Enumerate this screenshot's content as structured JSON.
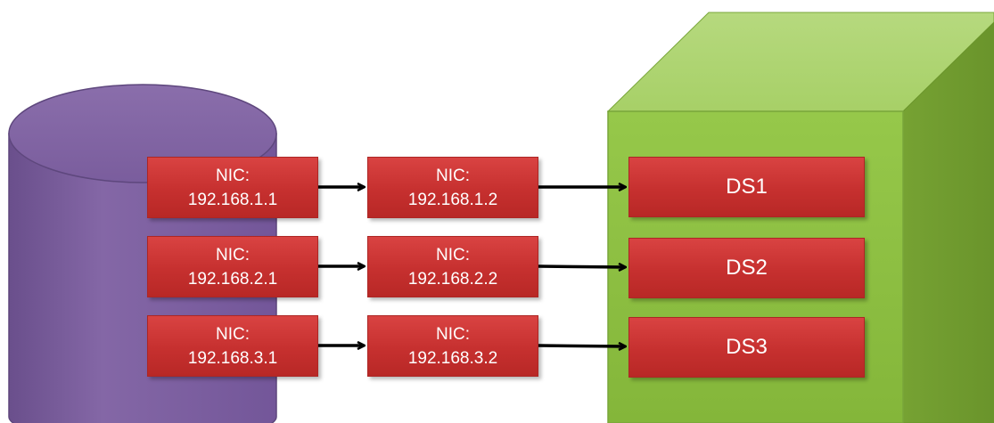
{
  "diagram": {
    "source_nics": [
      {
        "line1": "NIC:",
        "line2": "192.168.1.1"
      },
      {
        "line1": "NIC:",
        "line2": "192.168.2.1"
      },
      {
        "line1": "NIC:",
        "line2": "192.168.3.1"
      }
    ],
    "target_nics": [
      {
        "line1": "NIC:",
        "line2": "192.168.1.2"
      },
      {
        "line1": "NIC:",
        "line2": "192.168.2.2"
      },
      {
        "line1": "NIC:",
        "line2": "192.168.3.2"
      }
    ],
    "datastores": [
      {
        "label": "DS1"
      },
      {
        "label": "DS2"
      },
      {
        "label": "DS3"
      }
    ]
  },
  "colors": {
    "storage_cylinder": "#8064a2",
    "host_cube": "#8cbf3f",
    "nic_box": "#c8312f",
    "arrow": "#000000",
    "box_text": "#ffffff"
  },
  "icons": {
    "storage": "database-cylinder-icon",
    "host": "server-cube-icon",
    "connection": "arrow-right-icon"
  }
}
